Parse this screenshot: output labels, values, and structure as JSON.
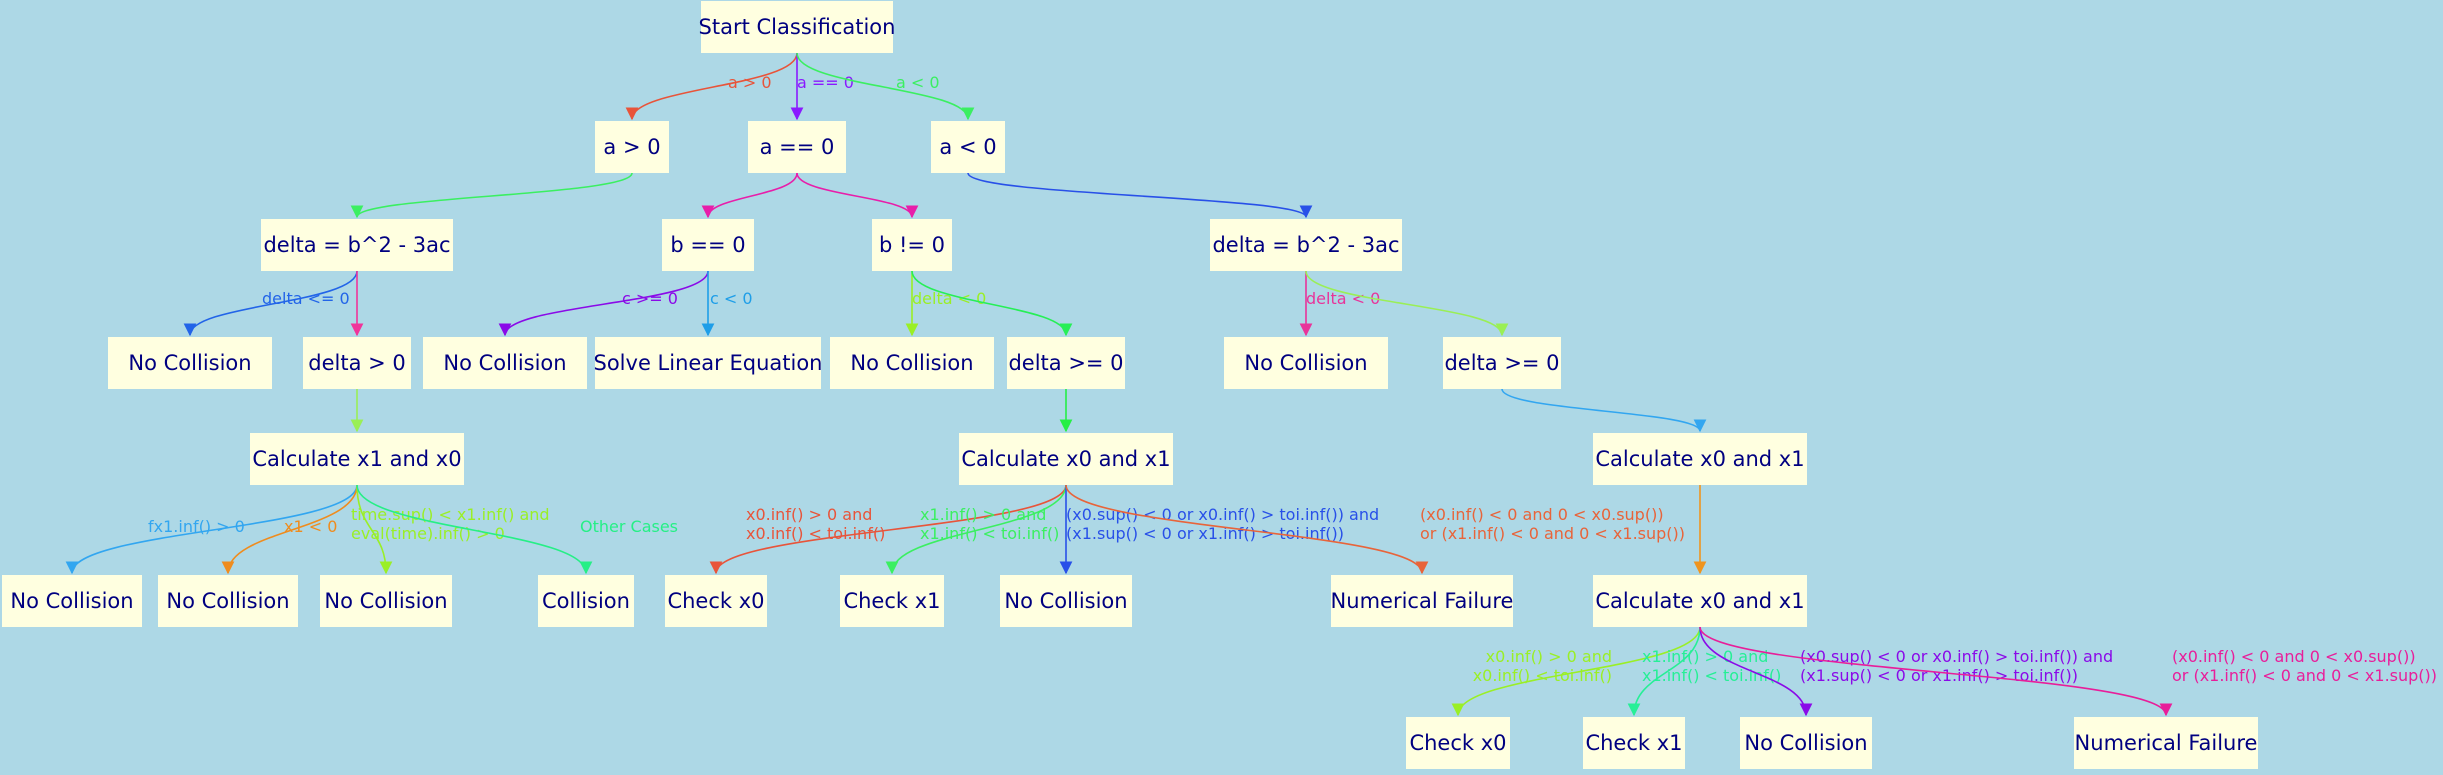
{
  "diagram": {
    "nodes": {
      "start": "Start Classification",
      "a_gt": "a > 0",
      "a_eq": "a == 0",
      "a_lt": "a < 0",
      "delta_l": "delta = b^2 - 3ac",
      "b_eq": "b == 0",
      "b_ne": "b != 0",
      "delta_r": "delta = b^2 - 3ac",
      "nc1": "No Collision",
      "dgt": "delta > 0",
      "nc2": "No Collision",
      "sle": "Solve Linear Equation",
      "nc3": "No Collision",
      "dge1": "delta >= 0",
      "nc4": "No Collision",
      "dge2": "delta >= 0",
      "calc_l": "Calculate x1 and x0",
      "calc_m": "Calculate x0 and x1",
      "calc_r": "Calculate x0 and x1",
      "nc5": "No Collision",
      "nc6": "No Collision",
      "nc7": "No Collision",
      "col": "Collision",
      "cx0a": "Check x0",
      "cx1a": "Check x1",
      "nc8": "No Collision",
      "nf1": "Numerical Failure",
      "calc_r2": "Calculate x0 and x1",
      "cx0b": "Check x0",
      "cx1b": "Check x1",
      "nc9": "No Collision",
      "nf2": "Numerical Failure"
    },
    "edges": [
      {
        "from": "start",
        "to": "a_gt",
        "color": "#e8543a",
        "label": [
          "a > 0"
        ]
      },
      {
        "from": "start",
        "to": "a_eq",
        "color": "#8a1aff",
        "label": [
          "a == 0"
        ]
      },
      {
        "from": "start",
        "to": "a_lt",
        "color": "#3bef61",
        "label": [
          "a < 0"
        ]
      },
      {
        "from": "a_gt",
        "to": "delta_l",
        "color": "#3bef61",
        "label": []
      },
      {
        "from": "a_eq",
        "to": "b_eq",
        "color": "#e81eaa",
        "label": []
      },
      {
        "from": "a_eq",
        "to": "b_ne",
        "color": "#e81eaa",
        "label": []
      },
      {
        "from": "a_lt",
        "to": "delta_r",
        "color": "#2850e8",
        "label": []
      },
      {
        "from": "delta_l",
        "to": "nc1",
        "color": "#2264e8",
        "label": [
          "delta <= 0"
        ]
      },
      {
        "from": "delta_l",
        "to": "dgt",
        "color": "#f0349a",
        "label": []
      },
      {
        "from": "b_eq",
        "to": "nc2",
        "color": "#8a0ae8",
        "label": [
          "c >= 0"
        ]
      },
      {
        "from": "b_eq",
        "to": "sle",
        "color": "#1e9ee8",
        "label": [
          "c < 0"
        ]
      },
      {
        "from": "b_ne",
        "to": "nc3",
        "color": "#9aef26",
        "label": [
          "delta < 0"
        ]
      },
      {
        "from": "b_ne",
        "to": "dge1",
        "color": "#26ef56",
        "label": []
      },
      {
        "from": "delta_r",
        "to": "nc4",
        "color": "#e8349a",
        "label": [
          "delta < 0"
        ]
      },
      {
        "from": "delta_r",
        "to": "dge2",
        "color": "#9aef56",
        "label": []
      },
      {
        "from": "dgt",
        "to": "calc_l",
        "color": "#9aef56",
        "label": []
      },
      {
        "from": "dge1",
        "to": "calc_m",
        "color": "#26ef46",
        "label": []
      },
      {
        "from": "dge2",
        "to": "calc_r",
        "color": "#32a6f0",
        "label": []
      },
      {
        "from": "calc_l",
        "to": "nc5",
        "color": "#32a6f0",
        "label": [
          "fx1.inf() > 0"
        ]
      },
      {
        "from": "calc_l",
        "to": "nc6",
        "color": "#ef8c1e",
        "label": [
          "x1 < 0"
        ]
      },
      {
        "from": "calc_l",
        "to": "nc7",
        "color": "#9aef26",
        "label": [
          "time.sup() < x1.inf() and",
          "eval(time).inf() > 0"
        ]
      },
      {
        "from": "calc_l",
        "to": "col",
        "color": "#26ef86",
        "label": [
          "Other Cases"
        ]
      },
      {
        "from": "calc_m",
        "to": "cx0a",
        "color": "#e8543a",
        "label": [
          "x0.inf() > 0 and",
          "x0.inf() < toi.inf()"
        ]
      },
      {
        "from": "calc_m",
        "to": "cx1a",
        "color": "#3bef61",
        "label": [
          "x1.inf() > 0 and",
          "x1.inf() < toi.inf()"
        ]
      },
      {
        "from": "calc_m",
        "to": "nc8",
        "color": "#2850e8",
        "label": [
          "(x0.sup() < 0 or x0.inf() > toi.inf()) and",
          "(x1.sup() < 0 or x1.inf() > toi.inf())"
        ]
      },
      {
        "from": "calc_m",
        "to": "nf1",
        "color": "#e8643a",
        "label": [
          "(x0.inf() < 0 and 0 < x0.sup())",
          "or (x1.inf() < 0 and 0 < x1.sup())"
        ]
      },
      {
        "from": "calc_r",
        "to": "calc_r2",
        "color": "#ef941e",
        "label": []
      },
      {
        "from": "calc_r2",
        "to": "cx0b",
        "color": "#9aef26",
        "label": [
          "x0.inf() > 0 and",
          "x0.inf() < toi.inf()"
        ]
      },
      {
        "from": "calc_r2",
        "to": "cx1b",
        "color": "#26ef96",
        "label": [
          "x1.inf() > 0 and",
          "x1.inf() < toi.inf()"
        ]
      },
      {
        "from": "calc_r2",
        "to": "nc9",
        "color": "#8a0ae8",
        "label": [
          "(x0.sup() < 0 or x0.inf() > toi.inf()) and",
          "(x1.sup() < 0 or x1.inf() > toi.inf())"
        ]
      },
      {
        "from": "calc_r2",
        "to": "nf2",
        "color": "#e81e9a",
        "label": [
          "(x0.inf() < 0 and 0 < x0.sup())",
          "or (x1.inf() < 0 and 0 < x1.sup())"
        ]
      }
    ]
  }
}
